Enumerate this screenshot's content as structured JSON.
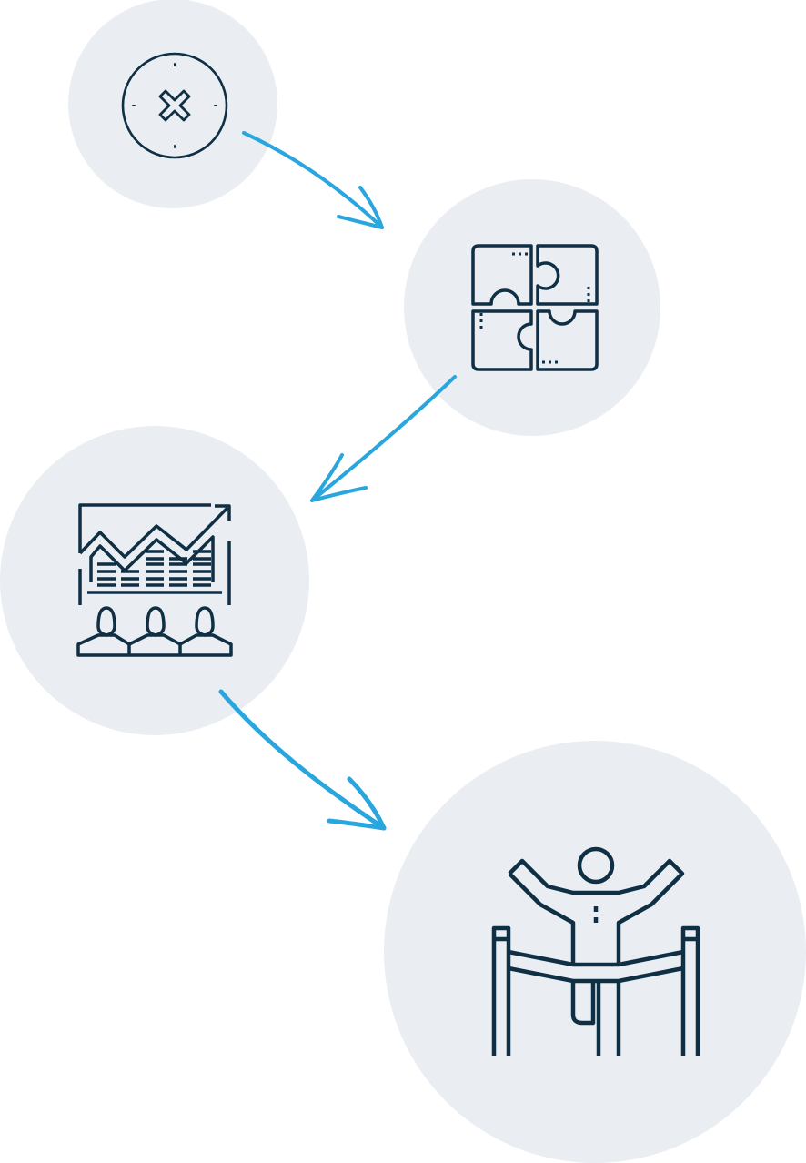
{
  "colors": {
    "circle_fill": "#eaeef2",
    "icon_stroke": "#0f2f45",
    "arrow": "#2aa6df",
    "background": "#ffffff"
  },
  "steps": [
    {
      "icon": "x-mark-circle-icon"
    },
    {
      "icon": "puzzle-icon"
    },
    {
      "icon": "growth-chart-team-icon"
    },
    {
      "icon": "finish-line-winner-icon"
    }
  ],
  "connectors": [
    {
      "from": 0,
      "to": 1
    },
    {
      "from": 1,
      "to": 2
    },
    {
      "from": 2,
      "to": 3
    }
  ]
}
